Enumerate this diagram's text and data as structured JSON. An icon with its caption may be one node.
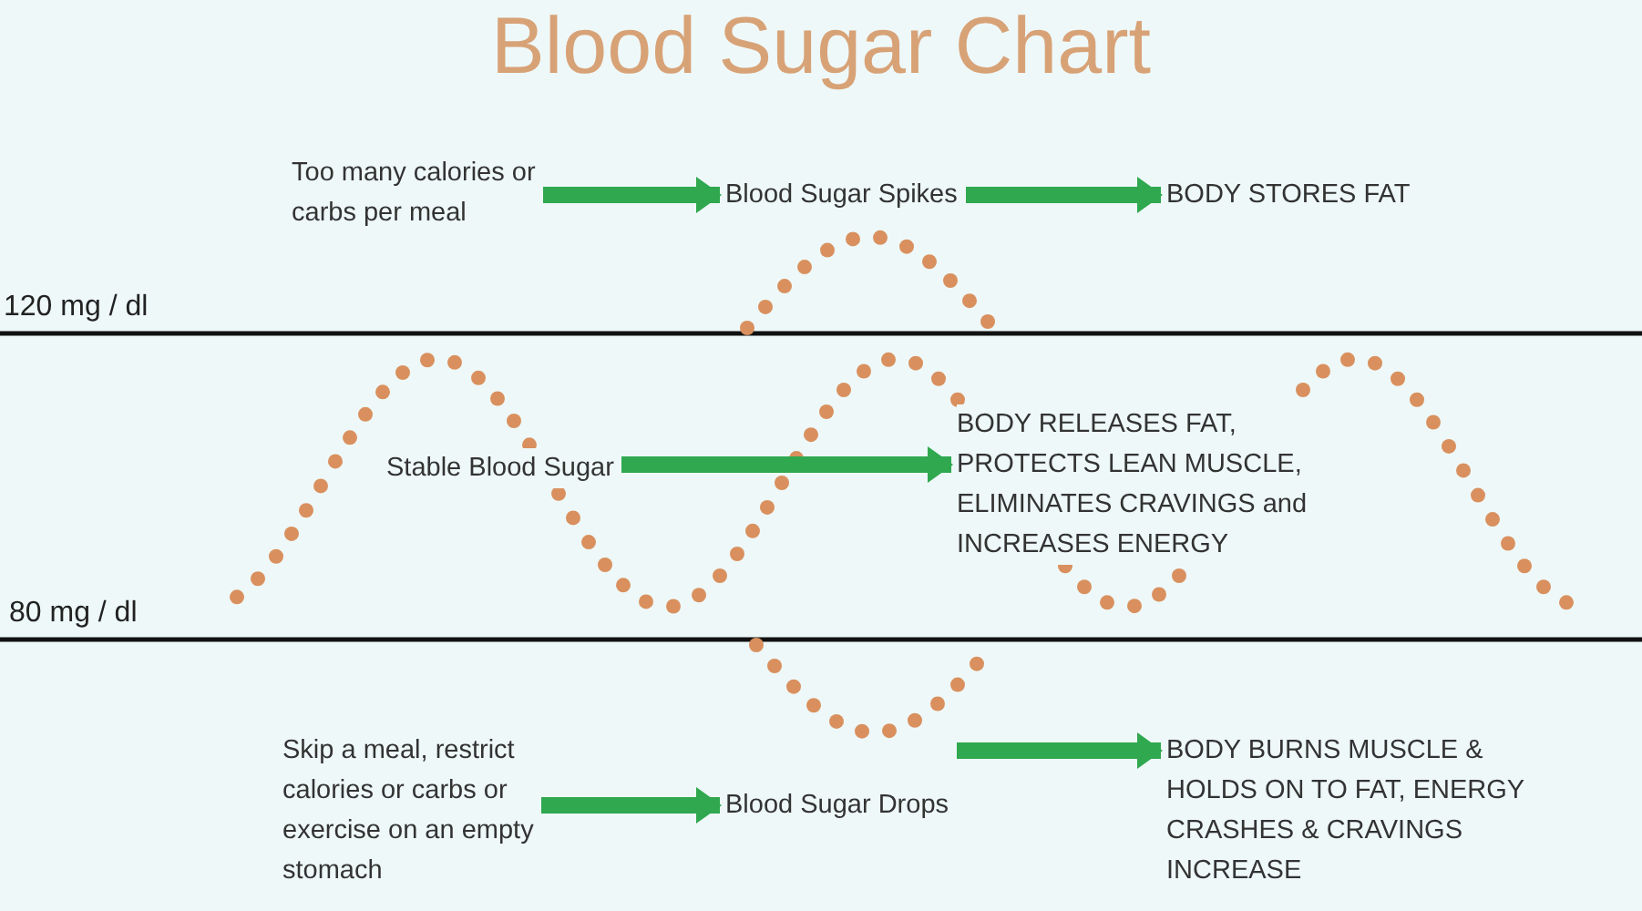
{
  "diagram": {
    "title": "Blood Sugar Chart",
    "nodes": [
      {
        "text": [
          "Too many calories or carbs per meal"
        ]
      },
      {
        "text": [
          "Blood Sugar Spikes"
        ]
      },
      {
        "text": [
          "BODY STORES FAT"
        ]
      },
      {
        "text": [
          "Stable Blood Sugar"
        ]
      },
      {
        "text": [
          "BODY RELEASES FAT, PROTECTS LEAN MUSCLE, ELIMINATES CRAVINGS and INCREASES ENERGY"
        ]
      },
      {
        "text": [
          "Skip a meal, restrict calories or carbs or exercise on an empty stomach"
        ]
      },
      {
        "text": [
          "Blood Sugar Drops"
        ]
      },
      {
        "text": [
          "BODY BURNS MUSCLE & HOLDS ON TO FAT, ENERGY CRASHES & CRAVINGS INCREASE"
        ]
      }
    ],
    "edges": [
      {
        "from": 0,
        "to": 1,
        "arrow": "to"
      },
      {
        "from": 1,
        "to": 2,
        "arrow": "to"
      },
      {
        "from": 3,
        "to": 4,
        "arrow": "to"
      },
      {
        "from": 5,
        "to": 6,
        "arrow": "to"
      },
      {
        "from": 6,
        "to": 7,
        "arrow": "to"
      }
    ],
    "labels": [
      "120 mg / dl",
      "80 mg / dl"
    ]
  }
}
